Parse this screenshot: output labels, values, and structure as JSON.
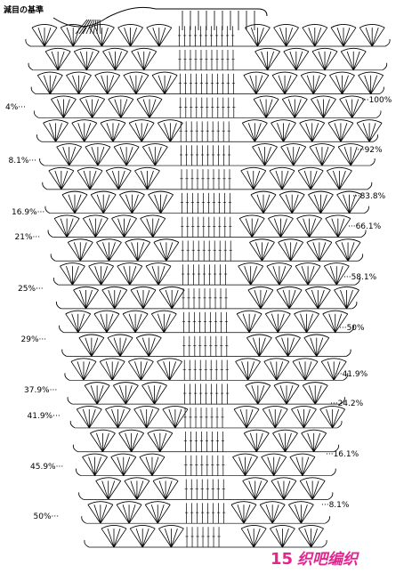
{
  "header": {
    "title": "減目の基準"
  },
  "left_markers": [
    "4%",
    "8.1%",
    "16.9%",
    "21%",
    "25%",
    "29%",
    "37.9%",
    "41.9%",
    "45.9%",
    "50%"
  ],
  "right_markers": [
    "100%",
    "92%",
    "83.8%",
    "66.1%",
    "58.1%",
    "50%",
    "41.9%",
    "24.2%",
    "16.1%",
    "8.1%"
  ],
  "watermark": {
    "number": "15",
    "text": "织吧编织"
  },
  "colors": {
    "ink": "#000000",
    "watermark": "#e3268f",
    "background": "#ffffff"
  }
}
